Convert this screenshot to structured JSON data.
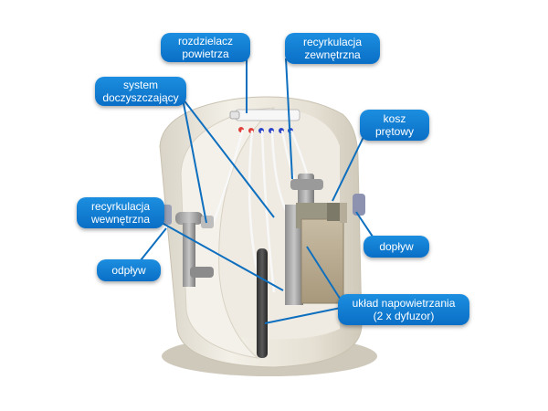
{
  "labels": {
    "air_distributor": "rozdzielacz\npowietrza",
    "external_recirculation": "recyrkulacja\nzewnętrzna",
    "polishing_system": "system\ndoczyszczający",
    "bar_screen": "kosz\nprętowy",
    "internal_recirculation": "recyrkulacja\nwewnętrzna",
    "inlet": "dopływ",
    "outlet": "odpływ",
    "aeration_system": "układ napowietrzania\n(2 x dyfuzor)"
  },
  "colors": {
    "label_blue": "#0a6fc6",
    "pointer_line": "#0e6fbf",
    "tank_body": "#ebe7dc",
    "valve_red": "#e0403a",
    "valve_blue": "#2c45c8"
  }
}
